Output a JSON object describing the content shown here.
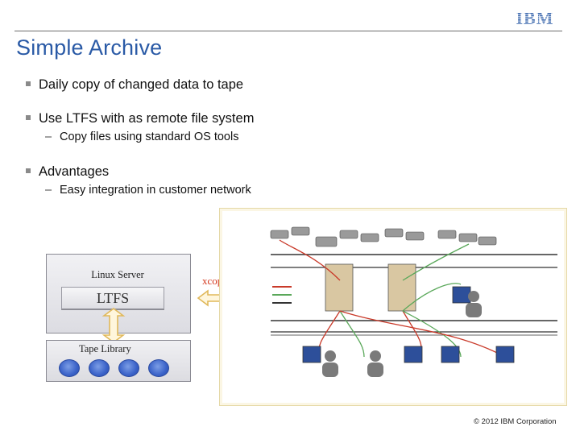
{
  "brand": {
    "logo_text": "IBM",
    "color": "#1f4fa3"
  },
  "slide": {
    "title": "Simple Archive",
    "bullets": [
      {
        "text": "Daily copy of changed data to tape"
      },
      {
        "text": "Use LTFS with as remote file system",
        "sub": "Copy files using standard OS tools"
      },
      {
        "text": "Advantages",
        "sub": "Easy integration in customer network"
      }
    ]
  },
  "diagram": {
    "server_label": "Linux Server",
    "ltfs_label": "LTFS",
    "library_label": "Tape Library",
    "transfer_label": "xcopy / rsync",
    "tape_count": 4,
    "accent": "#d43a1f",
    "arrow_color": "#e8c86a"
  },
  "footer": {
    "copyright": "© 2012 IBM Corporation"
  },
  "colors": {
    "title": "#2a5aa6",
    "tape": "#3a62c8"
  }
}
